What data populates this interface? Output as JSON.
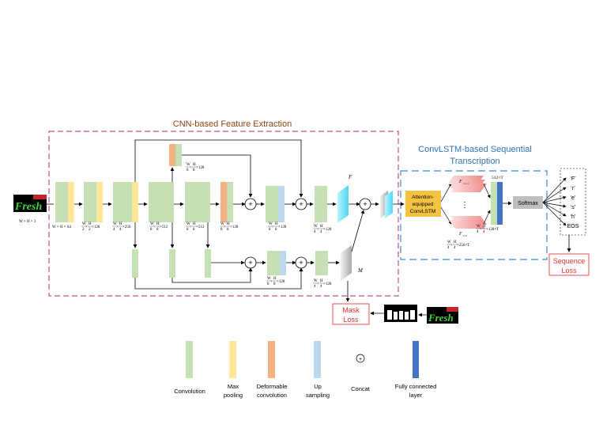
{
  "cnn_title": "CNN-based Feature Extraction",
  "convlstm_title_line1": "ConvLSTM-based Sequential",
  "convlstm_title_line2": "Transcription",
  "input_dim": "W × H × 3",
  "dims": {
    "d1": "W × H × 64",
    "d2_w": "W",
    "d2_h": "H",
    "d2_den": "2",
    "d2_c": "×128",
    "d3_w": "W",
    "d3_h": "H",
    "d3_den": "4",
    "d3_c": "×256",
    "d4_w": "W",
    "d4_h": "H",
    "d4_den": "8",
    "d4_c": "×512",
    "d5_w": "W",
    "d5_h": "H",
    "d5_den": "8",
    "d5_c": "×512",
    "d6_w": "W",
    "d6_h": "H",
    "d6_den": "8",
    "d6_c": "×128",
    "d7_w": "W",
    "d7_h": "H",
    "d7_den": "8",
    "d7_c": "×128",
    "d8_w": "W",
    "d8_h": "H",
    "d8_den": "8",
    "d8_c": "×128",
    "d9_w": "W",
    "d9_h": "H",
    "d9_den": "4",
    "d9_c": "×128",
    "d10_w": "W",
    "d10_h": "H",
    "d10_den": "8",
    "d10_c": "×128",
    "d11_w": "W",
    "d11_h": "H",
    "d11_den": "4",
    "d11_c": "×128",
    "d12_w": "W",
    "d12_h": "H",
    "d12_den": "4",
    "d12_c": "×256×T",
    "d13_w": "W",
    "d13_h": "H",
    "d13_den": "4",
    "d13_c": "×128×T"
  },
  "F_label": "F",
  "M_label": "M",
  "attention_box": "Attention-equipped ConvLSTM",
  "attention_line1": "Attention-",
  "attention_line2": "equipped",
  "attention_line3": "ConvLSTM",
  "ft_minus": "F",
  "ft_minus_sub": "t=t-1",
  "ft0": "F",
  "ft0_sub": "t=0",
  "dots": "⋮",
  "fc_dim": "512×T",
  "softmax": "Softmax",
  "outputs": [
    "‘F’",
    "‘r’",
    "‘e’",
    "‘s’",
    "‘h’",
    "EOS"
  ],
  "sequence_loss_line1": "Sequence",
  "sequence_loss_line2": "Loss",
  "mask_loss_line1": "Mask",
  "mask_loss_line2": "Loss",
  "input_word": "Fresh",
  "legend": [
    {
      "label_line1": "Convolution",
      "label_line2": "",
      "color": "#c5e0b4"
    },
    {
      "label_line1": "Max",
      "label_line2": "pooling",
      "color": "#ffe699"
    },
    {
      "label_line1": "Deformable",
      "label_line2": "convolution",
      "color": "#f4b183"
    },
    {
      "label_line1": "Up",
      "label_line2": "sampling",
      "color": "#bdd7ee"
    },
    {
      "label_line1": "Concat",
      "label_line2": "",
      "color": ""
    },
    {
      "label_line1": "Fully connected",
      "label_line2": "layer",
      "color": "#4472c4"
    }
  ],
  "colors": {
    "conv": "#c5e0b4",
    "pool": "#ffe699",
    "deform": "#f4b183",
    "upsample": "#bdd7ee",
    "fc": "#4472c4",
    "attention": "#f5c342",
    "cnn_border": "#c0508a",
    "lstm_border": "#5b9bd5",
    "loss_border": "#e04040",
    "title_cnn": "#8b4513",
    "title_lstm": "#2e75b6"
  }
}
